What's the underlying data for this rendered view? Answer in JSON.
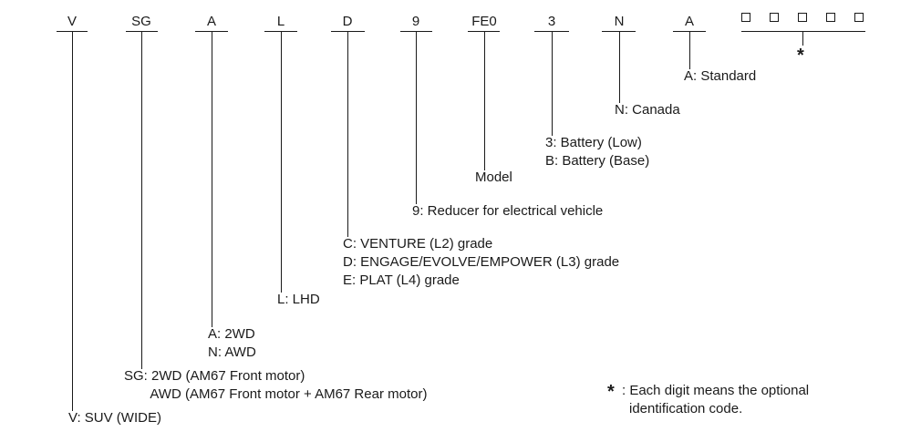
{
  "segments": [
    {
      "code": "V",
      "lines": [
        "V: SUV (WIDE)"
      ]
    },
    {
      "code": "SG",
      "lines": [
        "SG: 2WD (AM67 Front motor)",
        "       AWD (AM67 Front motor + AM67 Rear motor)"
      ]
    },
    {
      "code": "A",
      "lines": [
        "A: 2WD",
        "N: AWD"
      ]
    },
    {
      "code": "L",
      "lines": [
        "L: LHD"
      ]
    },
    {
      "code": "D",
      "lines": [
        "C: VENTURE (L2) grade",
        "D: ENGAGE/EVOLVE/EMPOWER (L3) grade",
        "E: PLAT (L4) grade"
      ]
    },
    {
      "code": "9",
      "lines": [
        "9: Reducer for electrical vehicle"
      ]
    },
    {
      "code": "FE0",
      "lines": [
        "Model"
      ]
    },
    {
      "code": "3",
      "lines": [
        "3: Battery (Low)",
        "B: Battery (Base)"
      ]
    },
    {
      "code": "N",
      "lines": [
        "N: Canada"
      ]
    },
    {
      "code": "A",
      "lines": [
        "A: Standard"
      ]
    }
  ],
  "optional": {
    "star": "*",
    "note_star": "*",
    "note_line1": ": Each digit means the optional",
    "note_line2": "identification code."
  }
}
